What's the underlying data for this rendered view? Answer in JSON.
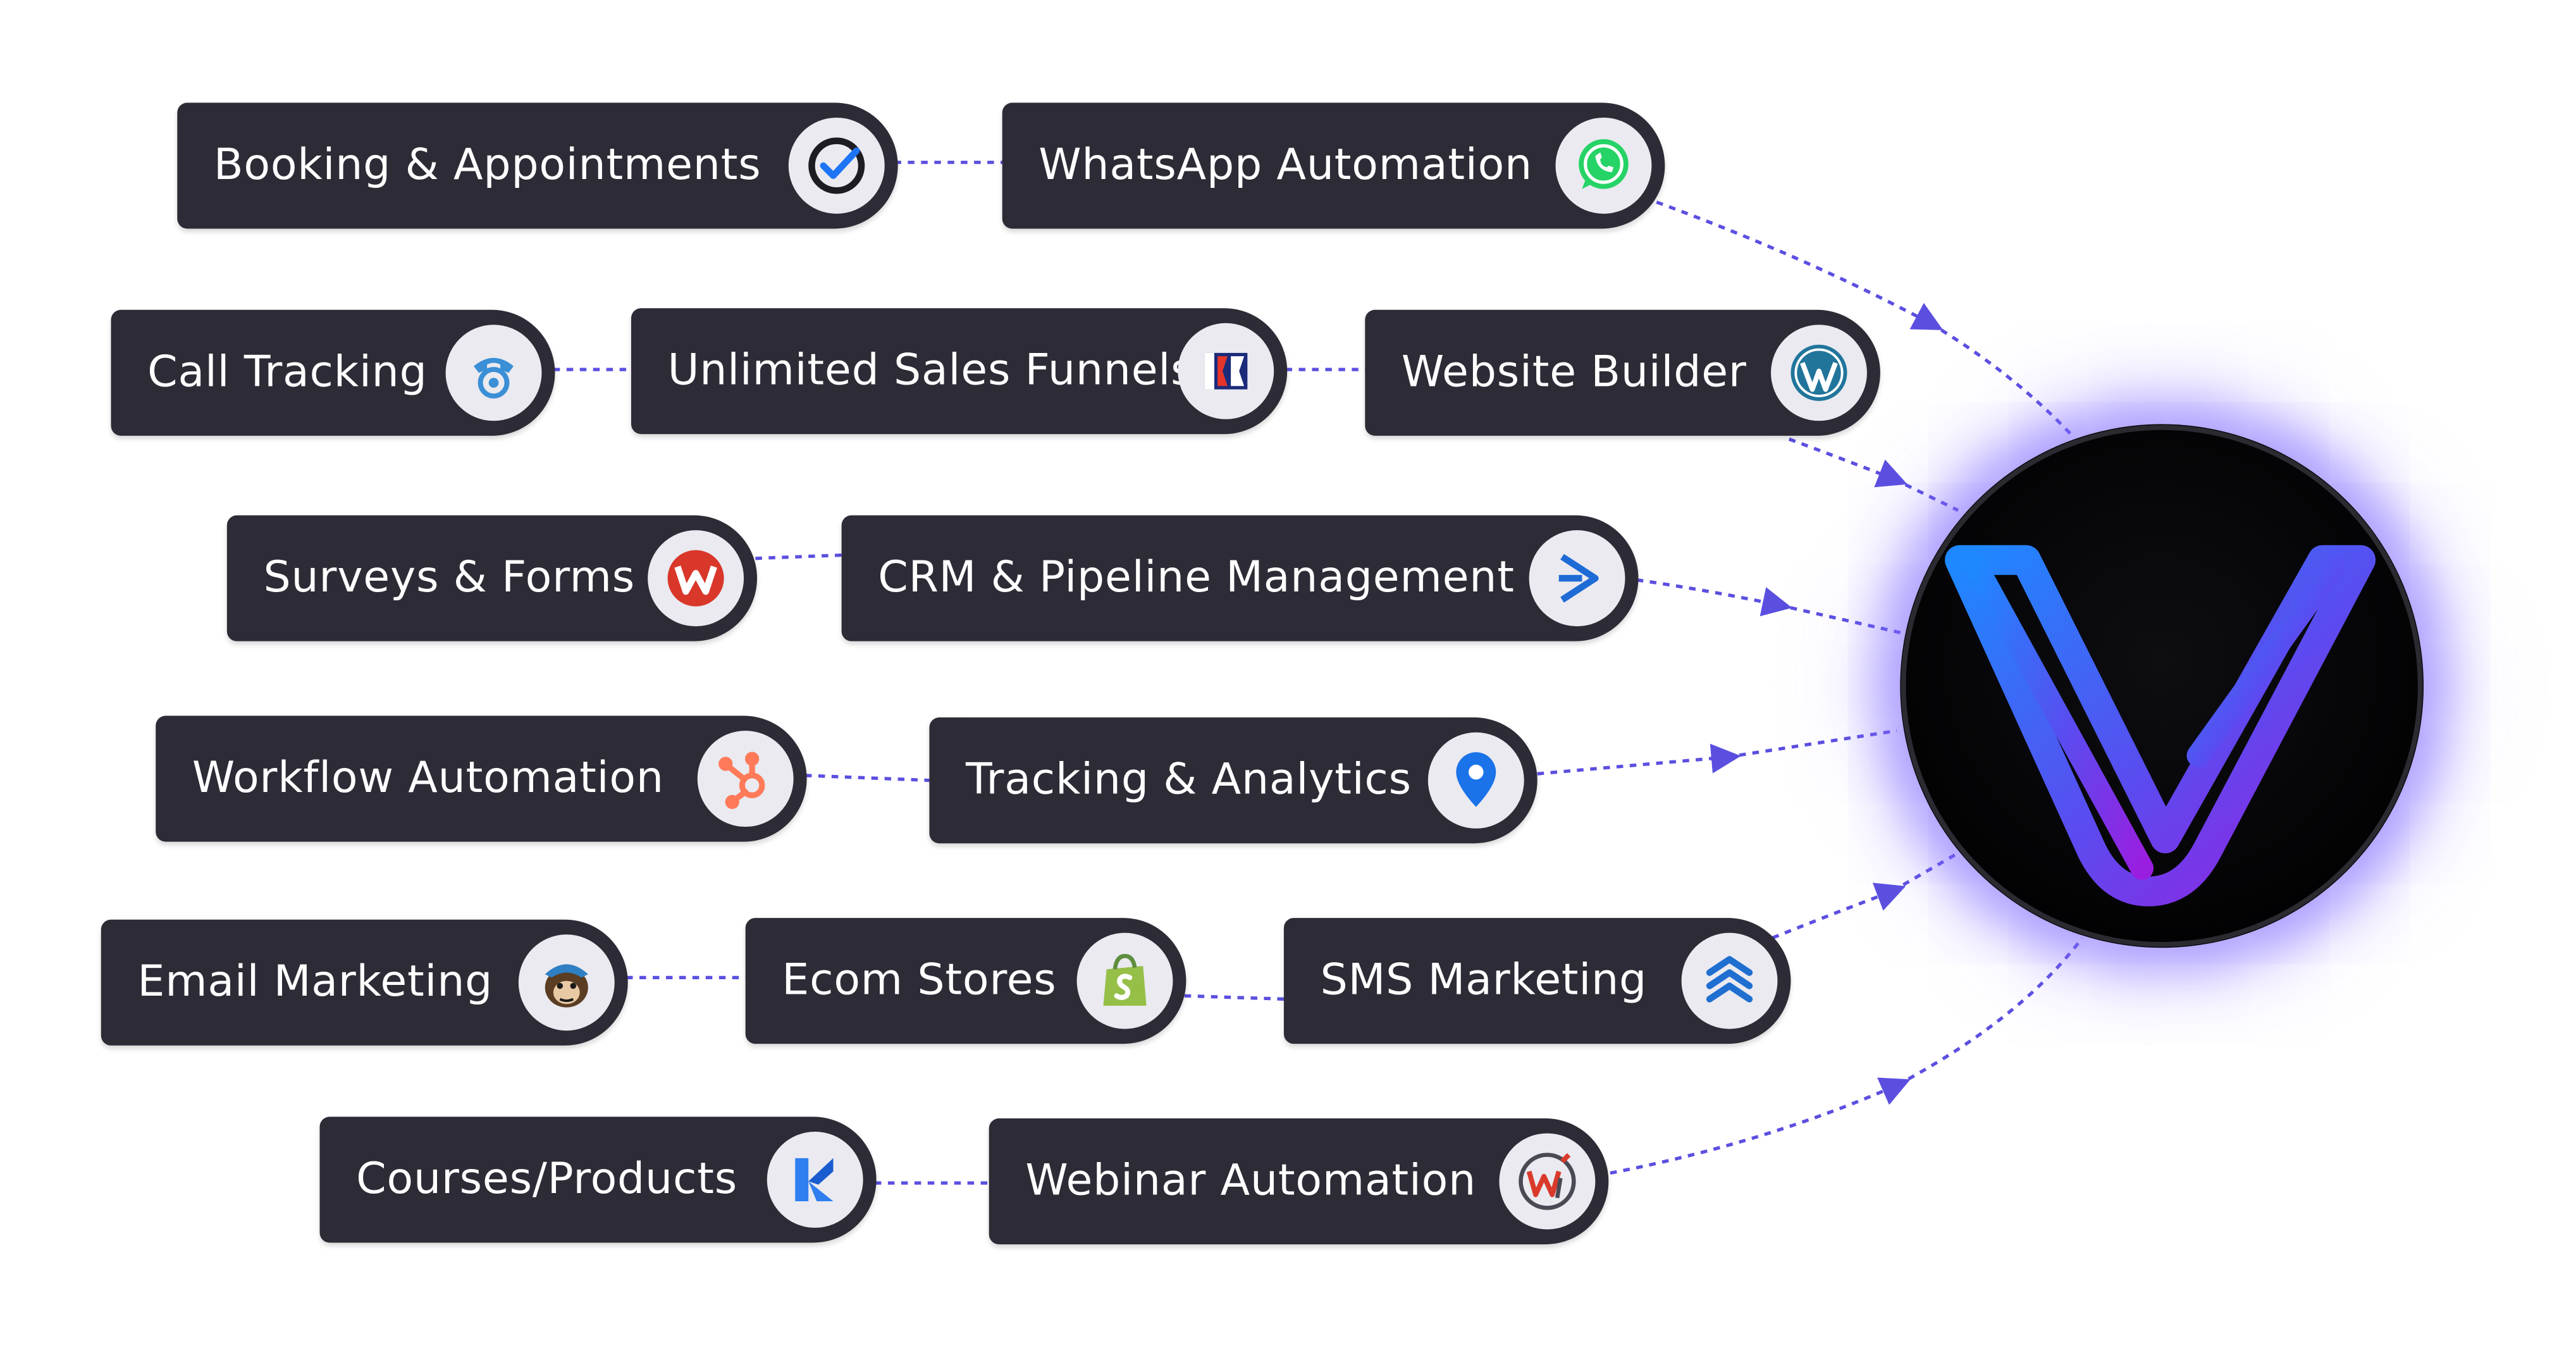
{
  "features": [
    {
      "label": "Booking & Appointments",
      "icon": "check-circle-icon"
    },
    {
      "label": "WhatsApp Automation",
      "icon": "whatsapp-icon"
    },
    {
      "label": "Call Tracking",
      "icon": "phone-icon"
    },
    {
      "label": "Unlimited Sales Funnels",
      "icon": "funnel-flag-icon"
    },
    {
      "label": "Website Builder",
      "icon": "wordpress-icon"
    },
    {
      "label": "Surveys & Forms",
      "icon": "w-form-icon"
    },
    {
      "label": "CRM & Pipeline Management",
      "icon": "chevron-arrow-icon"
    },
    {
      "label": "Workflow Automation",
      "icon": "hubspot-icon"
    },
    {
      "label": "Tracking & Analytics",
      "icon": "map-pin-icon"
    },
    {
      "label": "Email Marketing",
      "icon": "mailchimp-icon"
    },
    {
      "label": "Ecom Stores",
      "icon": "shopify-bag-icon"
    },
    {
      "label": "SMS Marketing",
      "icon": "stacked-chevrons-icon"
    },
    {
      "label": "Courses/Products",
      "icon": "kajabi-k-icon"
    },
    {
      "label": "Webinar Automation",
      "icon": "webinar-w-icon"
    }
  ],
  "hub": {
    "logo": "v-logo-icon"
  },
  "colors": {
    "pill_bg": "#2d2b35",
    "pill_text": "#ffffff",
    "badge_bg": "#eaeaf0",
    "connector": "#5b4fe0",
    "hub_bg": "#050507",
    "logo_gradient_start": "#1e88ff",
    "logo_gradient_end": "#9a1ee0"
  }
}
